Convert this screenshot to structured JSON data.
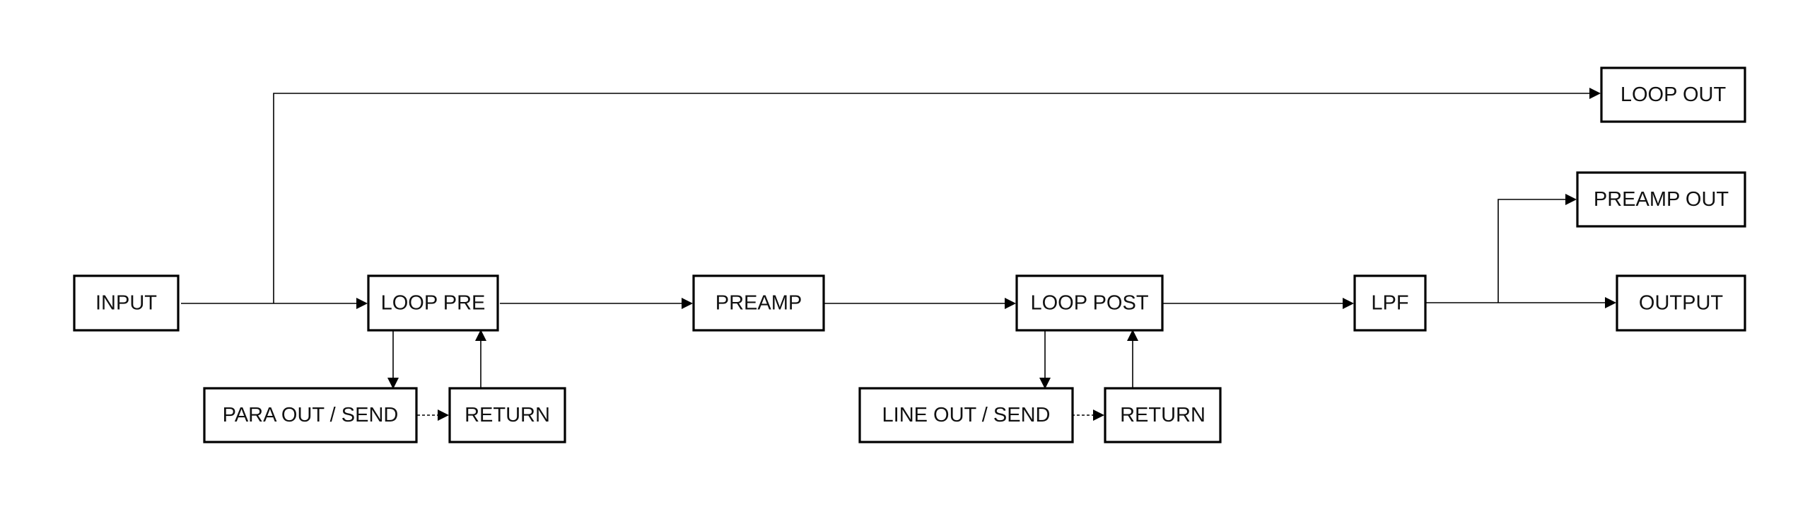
{
  "diagram": {
    "nodes": {
      "input": "INPUT",
      "loop_pre": "LOOP PRE",
      "preamp": "PREAMP",
      "loop_post": "LOOP POST",
      "lpf": "LPF",
      "loop_out": "LOOP OUT",
      "preamp_out": "PREAMP OUT",
      "output": "OUTPUT",
      "para_out_send": "PARA OUT / SEND",
      "return_pre": "RETURN",
      "line_out_send": "LINE OUT / SEND",
      "return_post": "RETURN"
    },
    "connections": [
      {
        "from": "input",
        "to": "loop_pre",
        "style": "solid"
      },
      {
        "from": "input",
        "to": "loop_out",
        "style": "solid"
      },
      {
        "from": "loop_pre",
        "to": "preamp",
        "style": "solid"
      },
      {
        "from": "preamp",
        "to": "loop_post",
        "style": "solid"
      },
      {
        "from": "loop_post",
        "to": "lpf",
        "style": "solid"
      },
      {
        "from": "lpf",
        "to": "output",
        "style": "solid"
      },
      {
        "from": "lpf",
        "to": "preamp_out",
        "style": "solid"
      },
      {
        "from": "loop_pre",
        "to": "para_out_send",
        "style": "solid"
      },
      {
        "from": "para_out_send",
        "to": "return_pre",
        "style": "dashed"
      },
      {
        "from": "return_pre",
        "to": "loop_pre",
        "style": "solid"
      },
      {
        "from": "loop_post",
        "to": "line_out_send",
        "style": "solid"
      },
      {
        "from": "line_out_send",
        "to": "return_post",
        "style": "dashed"
      },
      {
        "from": "return_post",
        "to": "loop_post",
        "style": "solid"
      }
    ],
    "colors": {
      "stroke": "#000000",
      "text": "#111111",
      "background": "#ffffff"
    }
  }
}
